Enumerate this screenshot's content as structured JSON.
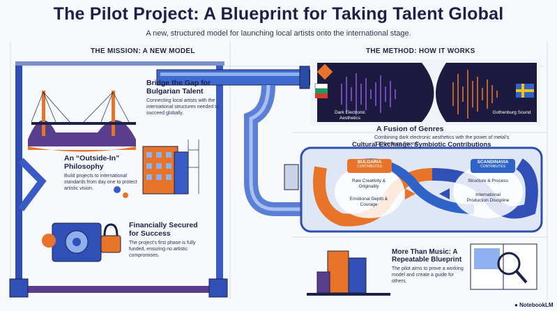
{
  "title": "The Pilot Project: A Blueprint for Taking Talent Global",
  "subtitle": "A new, structured model for launching local artists onto the international stage.",
  "mission": {
    "heading": "THE MISSION: A NEW MODEL",
    "items": [
      {
        "title": "Bridge the Gap for Bulgarian Talent",
        "body": "Connecting local artists with the international structures needed to succeed globally."
      },
      {
        "title": "An “Outside-In” Philosophy",
        "body": "Build projects to international standards from day one to protect artistic vision."
      },
      {
        "title": "Financially Secured for Success",
        "body": "The project’s first phase is fully funded, ensuring no artistic compromises."
      }
    ]
  },
  "method": {
    "heading": "THE METHOD: HOW IT WORKS",
    "left_label": "Dark Electronic Aesthetics",
    "right_label": "Gothenburg Sound",
    "fusion_title": "A Fusion of Genres",
    "fusion_body": "Combining dark electronic aesthetics with the power of metal’s “Gothenburg Sound”."
  },
  "exchange": {
    "title": "Cultural Exchange: Symbiotic Contributions",
    "left_tag": "BULGARIA",
    "left_sub": "CONTRIBUTES",
    "right_tag": "SCANDINAVIA",
    "right_sub": "CONTRIBUTES",
    "left_points": [
      "Raw Creativity & Originality",
      "Emotional Depth & Courage"
    ],
    "right_points": [
      "Structure & Process",
      "International Production Discipline"
    ]
  },
  "blueprint": {
    "title": "More Than Music: A Repeatable Blueprint",
    "body": "The pilot aims to prove a working model and create a guide for others."
  },
  "brand": "NotebookLM",
  "colors": {
    "navy": "#1b2147",
    "orange": "#e8742a",
    "blue": "#2f63c7",
    "purple": "#5a3e8e",
    "red": "#d63a2a"
  }
}
